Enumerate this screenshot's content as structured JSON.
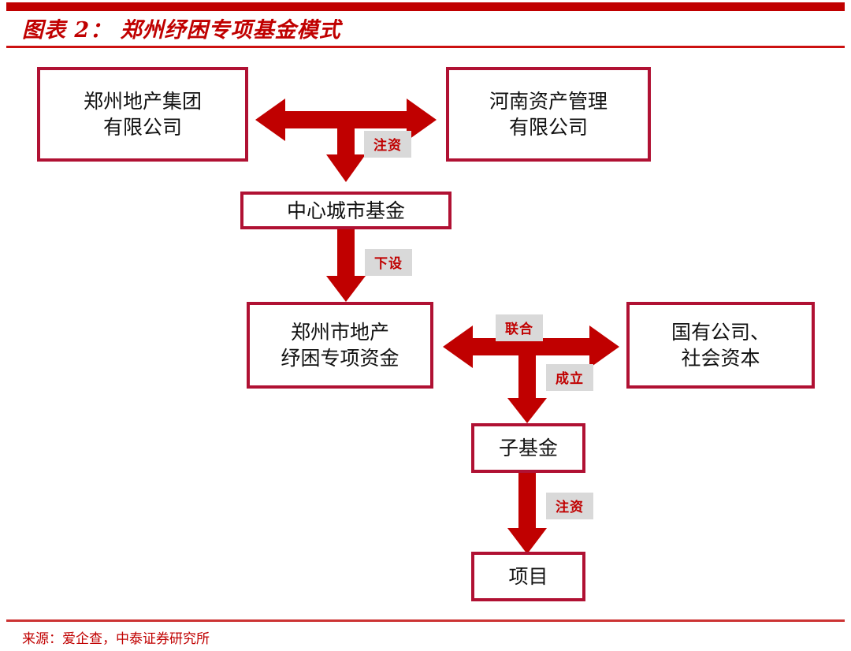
{
  "header": {
    "title": "图表 2： 郑州纾困专项基金模式",
    "bar_color": "#C00000",
    "rule_color": "#CC1111"
  },
  "footer": {
    "source": "来源：爱企查，中泰证券研究所",
    "rule_color": "#CC3333"
  },
  "theme": {
    "arrow_color": "#C00000",
    "box_border_color": "#B01133",
    "badge_bg": "#D9D9D9",
    "badge_text_color": "#C00000",
    "node_text_color": "#111111",
    "background": "#FFFFFF"
  },
  "diagram": {
    "type": "flowchart",
    "nodes": [
      {
        "id": "zhengzhou-real-estate",
        "label": "郑州地产集团\n有限公司"
      },
      {
        "id": "henan-asset-mgmt",
        "label": "河南资产管理\n有限公司"
      },
      {
        "id": "central-city-fund",
        "label": "中心城市基金"
      },
      {
        "id": "relief-special-fund",
        "label": "郑州市地产\n纾困专项资金"
      },
      {
        "id": "state-owned-social-capital",
        "label": "国有公司、\n社会资本"
      },
      {
        "id": "sub-fund",
        "label": "子基金"
      },
      {
        "id": "project",
        "label": "项目"
      }
    ],
    "edges": [
      {
        "id": "edge-capital-injection-top",
        "label": "注资",
        "from": "zhengzhou-real-estate + henan-asset-mgmt",
        "to": "central-city-fund"
      },
      {
        "id": "edge-establish-under",
        "label": "下设",
        "from": "central-city-fund",
        "to": "relief-special-fund"
      },
      {
        "id": "edge-joint",
        "label": "联合",
        "from": "relief-special-fund",
        "to": "state-owned-social-capital"
      },
      {
        "id": "edge-found",
        "label": "成立",
        "from": "relief-special-fund + state-owned-social-capital",
        "to": "sub-fund"
      },
      {
        "id": "edge-capital-injection-bottom",
        "label": "注资",
        "from": "sub-fund",
        "to": "project"
      }
    ],
    "badges": [
      {
        "id": "badge-injection-top",
        "label": "注资"
      },
      {
        "id": "badge-under",
        "label": "下设"
      },
      {
        "id": "badge-joint",
        "label": "联合"
      },
      {
        "id": "badge-found",
        "label": "成立"
      },
      {
        "id": "badge-injection-bottom",
        "label": "注资"
      }
    ]
  }
}
